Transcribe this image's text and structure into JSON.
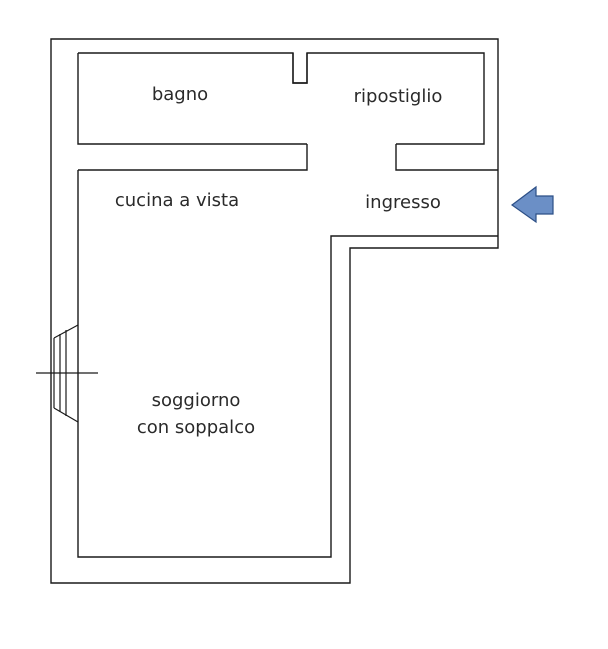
{
  "rooms": {
    "bagno": "bagno",
    "ripostiglio": "ripostiglio",
    "cucina": "cucina a vista",
    "ingresso": "ingresso",
    "soggiorno_line1": "soggiorno",
    "soggiorno_line2": "con soppalco"
  },
  "colors": {
    "entrance_arrow_fill": "#6b8fc6",
    "entrance_arrow_stroke": "#2c4f86",
    "wall": "#1a1a1a"
  },
  "icons": {
    "entrance": "entrance-arrow-icon",
    "window": "window-icon"
  }
}
